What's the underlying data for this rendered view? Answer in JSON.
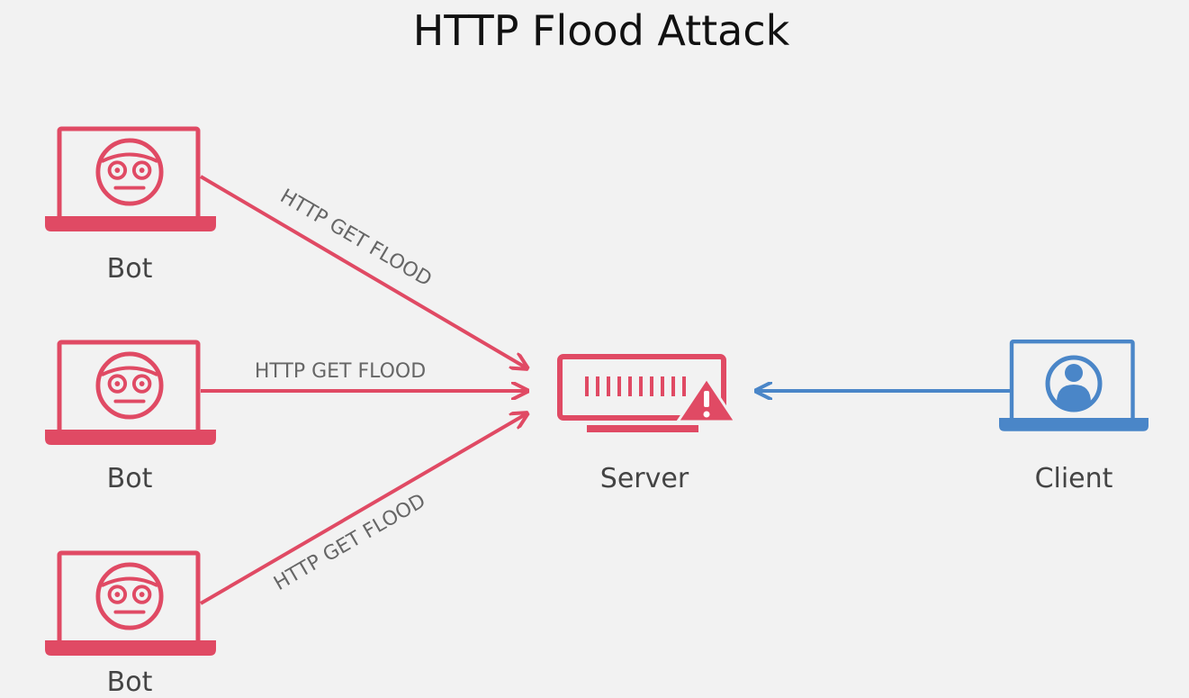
{
  "title": "HTTP Flood Attack",
  "colors": {
    "attack": "#e04a64",
    "client": "#4a86c8",
    "background": "#f2f2f2",
    "label_text": "#444444",
    "edge_text": "#666666"
  },
  "nodes": {
    "bot_1": {
      "label": "Bot",
      "icon": "robot-face-icon"
    },
    "bot_2": {
      "label": "Bot",
      "icon": "robot-face-icon"
    },
    "bot_3": {
      "label": "Bot",
      "icon": "robot-face-icon"
    },
    "server": {
      "label": "Server",
      "icon": "server-warning-icon"
    },
    "client": {
      "label": "Client",
      "icon": "user-avatar-icon"
    }
  },
  "edges": [
    {
      "from": "bot_1",
      "to": "server",
      "label": "HTTP GET FLOOD"
    },
    {
      "from": "bot_2",
      "to": "server",
      "label": "HTTP GET FLOOD"
    },
    {
      "from": "bot_3",
      "to": "server",
      "label": "HTTP GET FLOOD"
    },
    {
      "from": "client",
      "to": "server",
      "label": ""
    }
  ]
}
